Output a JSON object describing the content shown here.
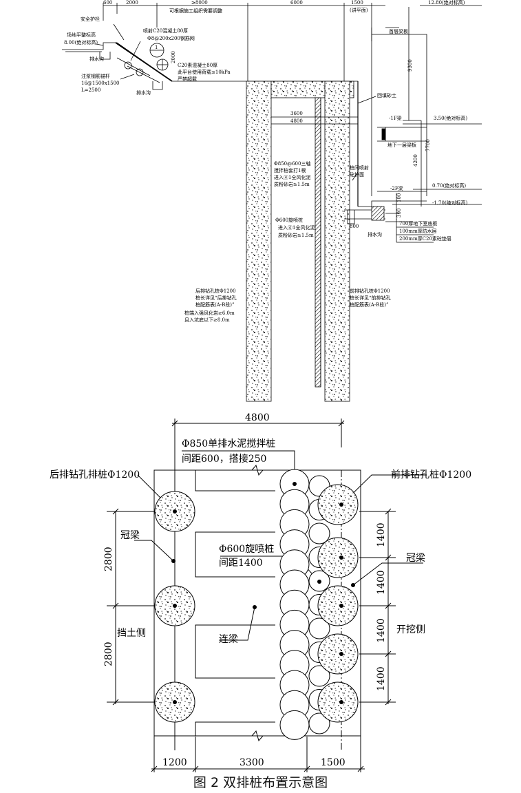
{
  "section": {
    "dims_top": [
      "600",
      "2000",
      "≥8000",
      "6000",
      "1500"
    ],
    "note_top": "可根据施工组织需要调整",
    "level_top": "12.80(绝对标高)",
    "jiping": "(讲平面)",
    "dim_9300": "9300",
    "labels": {
      "safety_rail": "安全护栏",
      "site_level": "场地平整标高",
      "site_level_value": "8.00(绝对标高)",
      "drain1": "排水沟",
      "shotcrete": "喷射C20混凝土80厚",
      "mesh": "Φ8@200x200钢筋网",
      "circle_label": "1",
      "c20": "C20素混凝土80厚",
      "platform": "此平台使用荷载≤10kPa",
      "no_stack": "严禁超载",
      "drain2": "排水沟",
      "anchor": "注浆钢筋锚杆",
      "anchor_spec": "16@1500x1500",
      "anchor_len": "L=2500",
      "dim_2000": "2000",
      "first_floor": "首层梁板",
      "backfill": "回填砂土",
      "dim_3600": "3600",
      "dim_4800": "4800",
      "b1_beam": "-1F梁",
      "b1_slab": "地下一层梁板",
      "level_350": "3.50(绝对标高)",
      "dim_4200": "4200",
      "dim_7700": "7700",
      "mix_pile": "Φ850@600三轴",
      "mix_pile2": "搅拌桩套打1根",
      "mix_pile3": "进入④1全风化泥",
      "mix_pile4": "质粉砂岩≥1.5m",
      "pile_gap": "桩间喷射",
      "pile_gap2": "砼护面",
      "b2_beam": "-2F梁",
      "level_070": "0.70(绝对标高)",
      "level_m170": "-1.70(绝对标高)",
      "dim_100": "100",
      "dim_300": "300",
      "jet_pile": "Φ600旋喷桩",
      "jet_pile2": "进入④1全风化泥",
      "jet_pile3": "质粉砂岩≥1.5m",
      "drain3": "排水沟",
      "dim_800": "800",
      "floor_700": "700厚地下室底板",
      "waterproof": "100mm厚防水层",
      "cushion": "200mm厚C20素砼垫层",
      "back_pile": "后排钻孔桩Φ1200",
      "back_pile2": "桩长详见“后排钻孔",
      "back_pile3": "桩配筋表(A-B段)”",
      "back_pile4": "桩端入强风化岩≥6.0m",
      "back_pile5": "且入坑底以下≥8.0m",
      "front_pile": "前排钻孔桩Φ1200",
      "front_pile2": "桩长详见“前排钻孔",
      "front_pile3": "桩配筋表(A-B段)”"
    }
  },
  "plan": {
    "dim_top": "4800",
    "mix_pile": "Φ850单排水泥搅拌桩",
    "mix_pile_spacing": "间距600，搭接250",
    "back_pile": "后排钻孔排桩Φ1200",
    "front_pile": "前排钻孔桩Φ1200",
    "crown_beam_left": "冠梁",
    "crown_beam_right": "冠梁",
    "jet_pile": "Φ600旋喷桩",
    "jet_pile_spacing": "间距1400",
    "retaining_side": "挡土侧",
    "excavation_side": "开挖侧",
    "link_beam": "连梁",
    "dims_left": [
      "2800",
      "2800"
    ],
    "dims_right": [
      "1400",
      "1400",
      "1400",
      "1400"
    ],
    "dims_bottom": [
      "1200",
      "3300",
      "1500"
    ]
  },
  "caption": "图 2 双排桩布置示意图"
}
